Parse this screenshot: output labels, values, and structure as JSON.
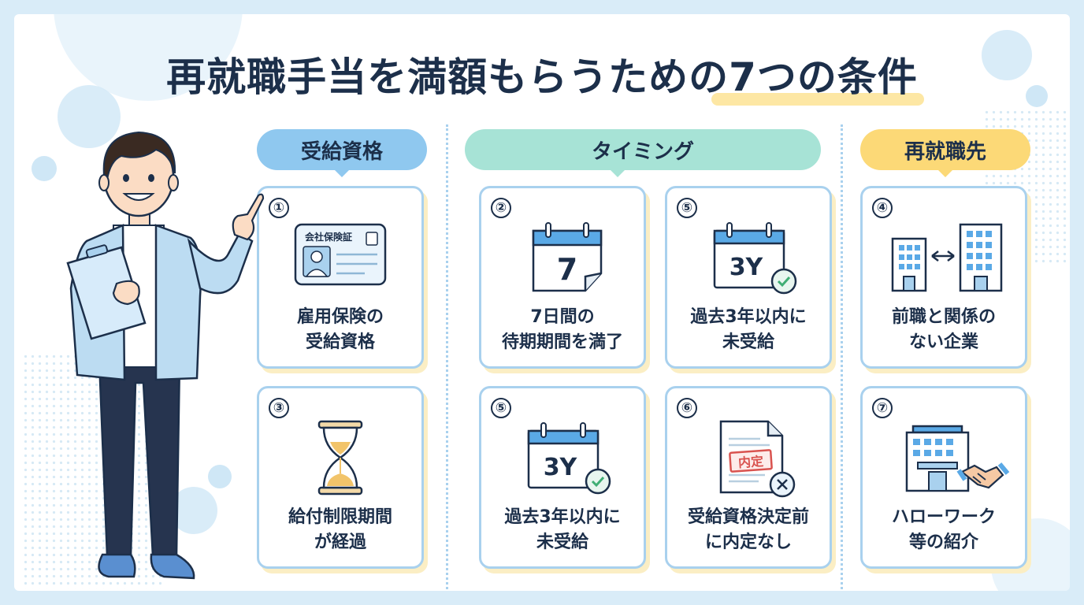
{
  "title": "再就職手当を満額もらうための7つの条件",
  "categories": [
    {
      "key": "eligibility",
      "label": "受給資格",
      "color": "#8fc8ef"
    },
    {
      "key": "timing",
      "label": "タイミング",
      "color": "#a7e3d6"
    },
    {
      "key": "employer",
      "label": "再就職先",
      "color": "#fcd977"
    }
  ],
  "cards": [
    {
      "number": "①",
      "icon": "insurance-card-icon",
      "card_text": "会社保険証",
      "lines": [
        "雇用保険の",
        "受給資格"
      ]
    },
    {
      "number": "③",
      "icon": "hourglass-icon",
      "lines": [
        "給付制限期間",
        "が経過"
      ]
    },
    {
      "number": "②",
      "icon": "calendar-7-icon",
      "calendar_text": "7",
      "lines": [
        "7日間の",
        "待期期間を満了"
      ]
    },
    {
      "number": "⑤",
      "icon": "calendar-3y-check-icon",
      "calendar_text": "3Y",
      "lines": [
        "過去3年以内に",
        "未受給"
      ]
    },
    {
      "number": "⑤",
      "icon": "calendar-3y-check-icon",
      "calendar_text": "3Y",
      "lines": [
        "過去3年以内に",
        "未受給"
      ]
    },
    {
      "number": "⑥",
      "icon": "offer-document-x-icon",
      "stamp_text": "内定",
      "lines": [
        "受給資格決定前",
        "に内定なし"
      ]
    },
    {
      "number": "④",
      "icon": "two-buildings-icon",
      "lines": [
        "前職と関係の",
        "ない企業"
      ]
    },
    {
      "number": "⑦",
      "icon": "building-handshake-icon",
      "lines": [
        "ハローワーク",
        "等の紹介"
      ]
    }
  ]
}
